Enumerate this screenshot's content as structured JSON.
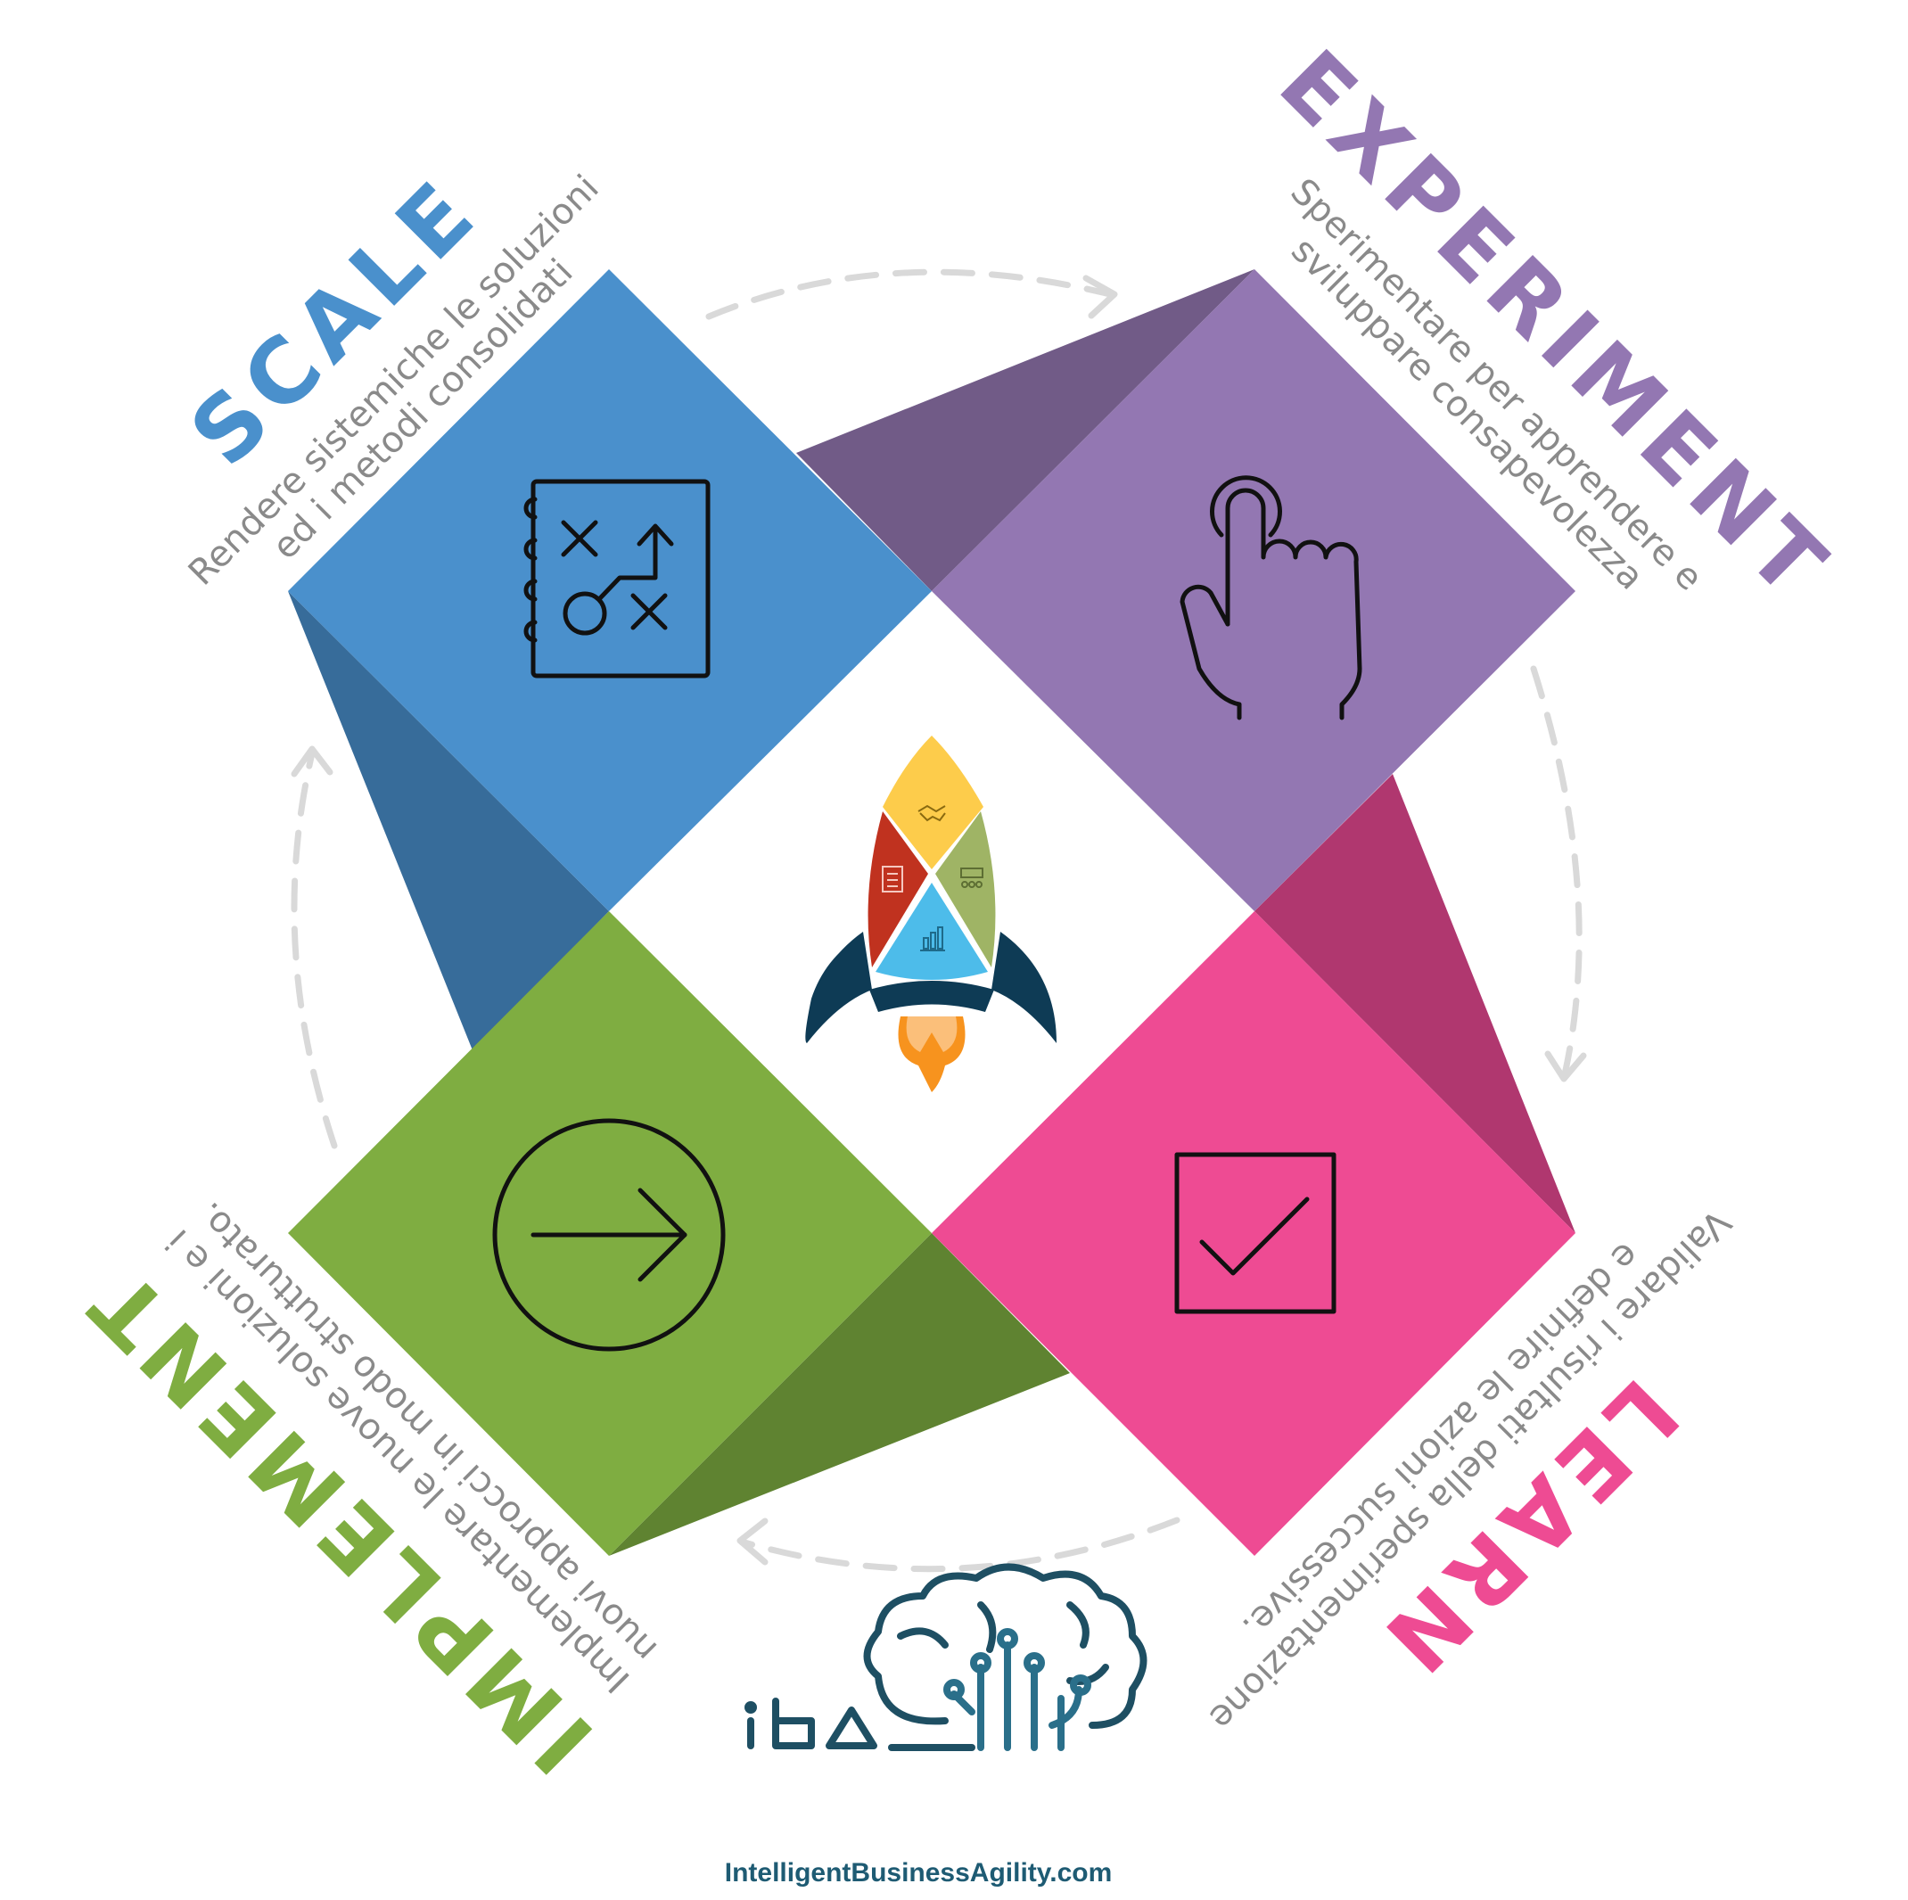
{
  "colors": {
    "scale": "#4a90cc",
    "scale_dark": "#376c9a",
    "experiment": "#9377b2",
    "experiment_dark": "#715b87",
    "learn": "#ee4b93",
    "learn_dark": "#b0376f",
    "implement": "#7fad41",
    "implement_dark": "#5f8331",
    "arrow": "#d9d9d9",
    "icon": "#111111",
    "description": "#8a8a8a",
    "logo": "#1e4f63"
  },
  "phases": {
    "scale": {
      "title": "SCALE",
      "line1": "Rendere sistemiche le soluzioni",
      "line2": "ed i metodi consolidati",
      "icon": "strategy-board-icon"
    },
    "experiment": {
      "title": "EXPERIMENT",
      "line1": "Sperimentare per apprendere e",
      "line2": "sviluppare consapevolezza",
      "icon": "touch-finger-icon"
    },
    "learn": {
      "title": "LEARN",
      "line1": "Validare i risultati della sperimentazione",
      "line2": "e definire le azioni successive.",
      "icon": "checkbox-check-icon"
    },
    "implement": {
      "title": "IMPLEMENT",
      "line1": "Implementare le nuove soluzioni e i",
      "line2": "nuovi approcci in modo strutturato.",
      "icon": "arrow-circle-icon"
    }
  },
  "center": {
    "icon": "rocket-icon",
    "segments": [
      "handshake-icon",
      "checklist-icon",
      "team-presentation-icon",
      "bar-chart-icon"
    ],
    "segment_colors": [
      "#fdcc4b",
      "#c0321f",
      "#9fb465",
      "#4dbcea"
    ],
    "fin_color": "#0e3b55",
    "flame_colors": [
      "#f7931e",
      "#fbbf7a"
    ]
  },
  "logo": {
    "mark": "iba",
    "icon": "brain-circuit-icon",
    "website": "IntelligentBusinessAgility.com"
  }
}
